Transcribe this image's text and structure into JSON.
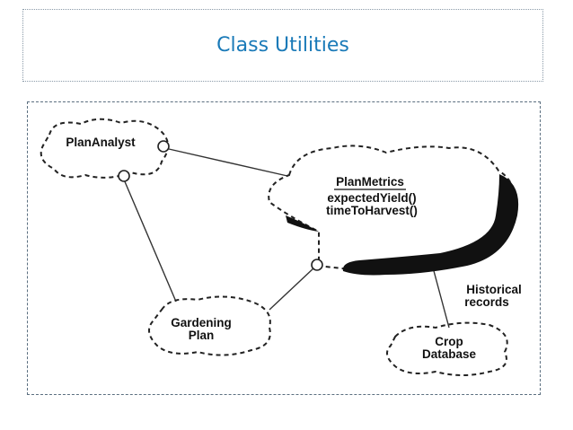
{
  "title": "Class Utilities",
  "diagram": {
    "plan_analyst": "PlanAnalyst",
    "plan_metrics": {
      "name": "PlanMetrics",
      "operations": [
        "expectedYield()",
        "timeToHarvest()"
      ]
    },
    "gardening_plan": [
      "Gardening",
      "Plan"
    ],
    "crop_database": [
      "Crop",
      "Database"
    ],
    "association_label": [
      "Historical",
      "records"
    ]
  }
}
